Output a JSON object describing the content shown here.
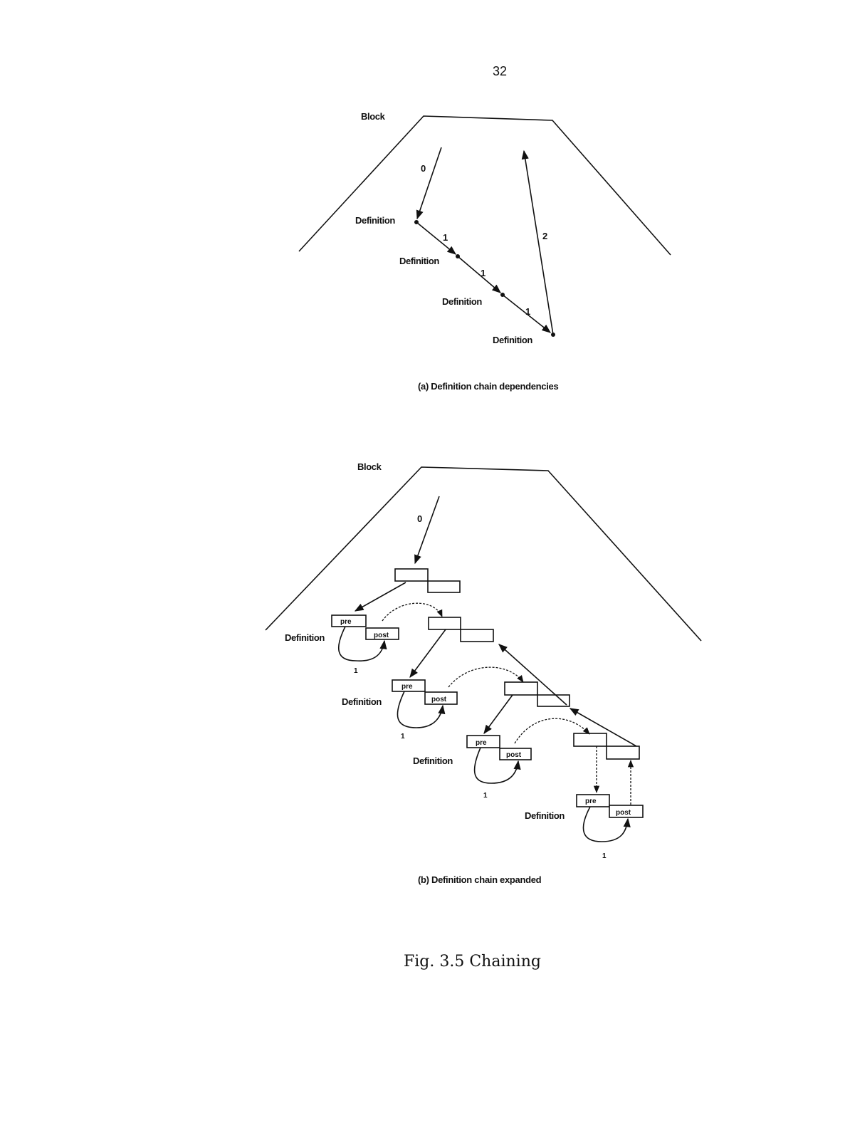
{
  "page_number": "32",
  "figure_a": {
    "block_label": "Block",
    "edge_labels": [
      "0",
      "1",
      "1",
      "1",
      "2"
    ],
    "definition_labels": [
      "Definition",
      "Definition",
      "Definition",
      "Definition"
    ],
    "caption": "(a) Definition chain dependencies"
  },
  "figure_b": {
    "block_label": "Block",
    "edge_label_0": "0",
    "definition_labels": [
      "Definition",
      "Definition",
      "Definition",
      "Definition"
    ],
    "pre_label": "pre",
    "post_label": "post",
    "loop_labels": [
      "1",
      "1",
      "1",
      "1"
    ],
    "caption": "(b) Definition chain expanded"
  },
  "figure_title": "Fig. 3.5 Chaining"
}
